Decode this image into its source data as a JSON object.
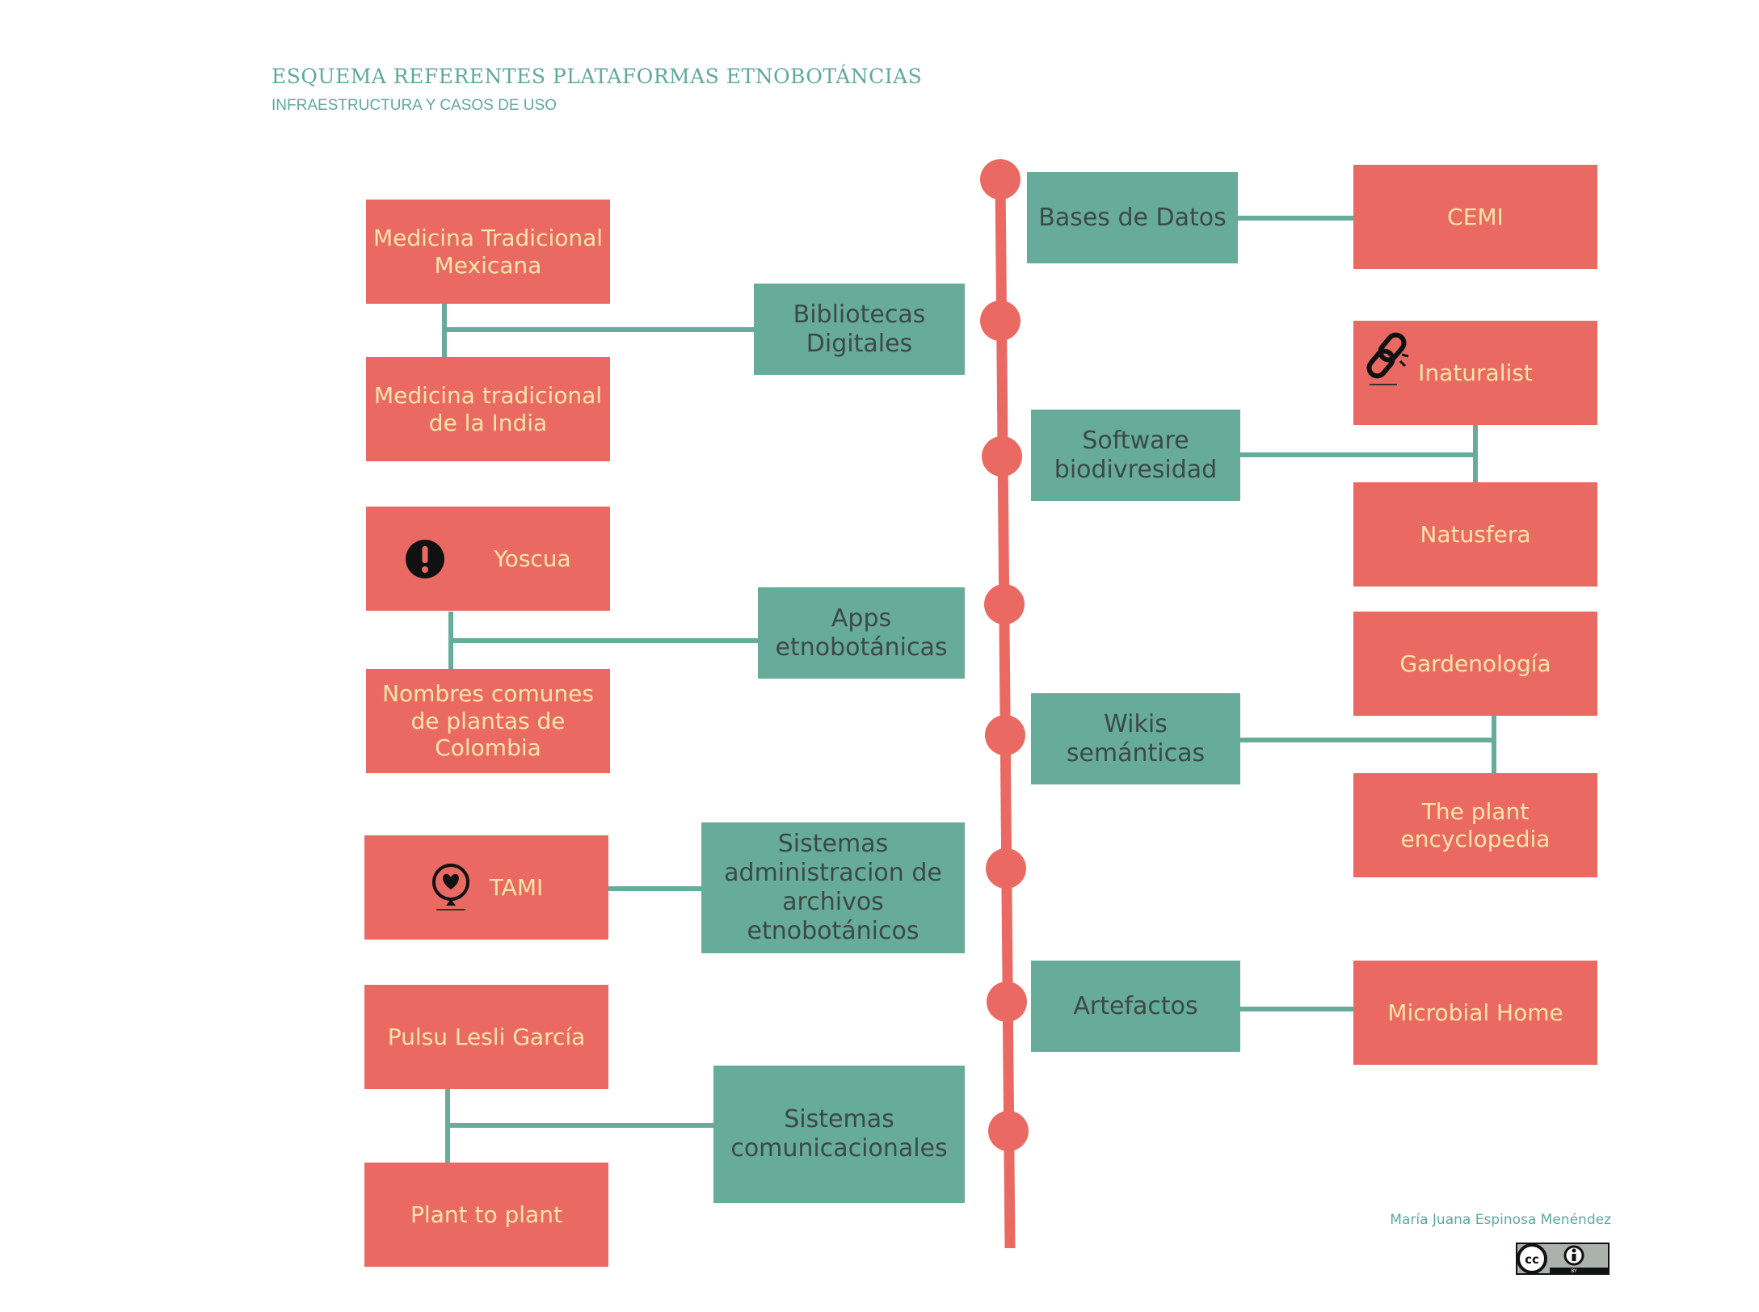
{
  "header": {
    "title": "ESQUEMA REFERENTES PLATAFORMAS ETNOBOTÁNCIAS",
    "subtitle": "INFRAESTRUCTURA Y CASOS DE USO"
  },
  "colors": {
    "category": "#67ab9b",
    "leaf": "#ea6a63",
    "leaf_text": "#fbe6a8",
    "category_text": "#3c4a46",
    "timeline": "#ea6a63",
    "connector": "#67ab9b"
  },
  "left": {
    "bibliotecas": {
      "label": "Bibliotecas Digitales",
      "items": [
        "Medicina Tradicional Mexicana",
        "Medicina tradicional de la India"
      ]
    },
    "apps": {
      "label": "Apps etnobotánicas",
      "items": [
        "Yoscua",
        "Nombres comunes de plantas de Colombia"
      ],
      "item_icons": [
        "exclamation-icon",
        ""
      ]
    },
    "archivos": {
      "label": "Sistemas administracion de archivos etnobotánicos",
      "items": [
        "TAMI"
      ],
      "item_icons": [
        "heart-pin-icon"
      ]
    },
    "comunicacionales": {
      "label": "Sistemas comunicacionales",
      "items": [
        "Pulsu Lesli García",
        "Plant to plant"
      ]
    }
  },
  "right": {
    "bases": {
      "label": "Bases de Datos",
      "items": [
        "CEMI"
      ]
    },
    "software": {
      "label": "Software biodivresidad",
      "items": [
        "Inaturalist",
        "Natusfera"
      ],
      "item_icons": [
        "broken-link-icon",
        ""
      ]
    },
    "wikis": {
      "label": "Wikis semánticas",
      "items": [
        "Gardenología",
        "The plant encyclopedia"
      ]
    },
    "artefactos": {
      "label": "Artefactos",
      "items": [
        "Microbial Home"
      ]
    }
  },
  "footer": {
    "author": "María Juana Espinosa Menéndez",
    "license_icon": "cc-by-icon",
    "license_cc": "cc",
    "license_by": "BY"
  }
}
